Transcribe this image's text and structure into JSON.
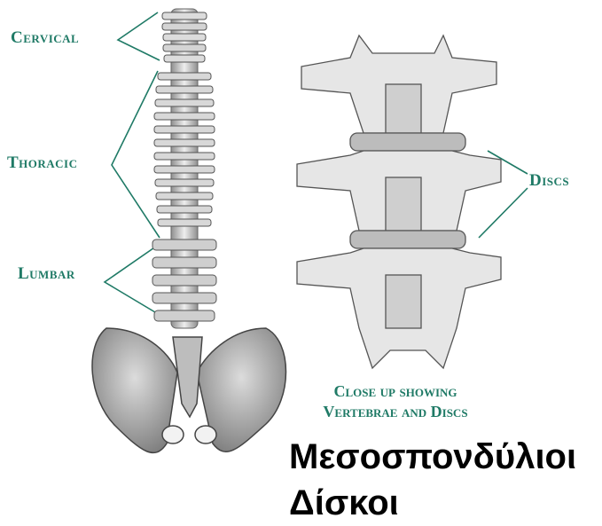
{
  "labels": {
    "cervical": "Cervical",
    "thoracic": "Thoracic",
    "lumbar": "Lumbar",
    "discs": "Discs"
  },
  "caption": {
    "line1": "Close up showing",
    "line2": "Vertebrae and Discs"
  },
  "title": {
    "line1": "Μεσοσπονδύλιοι",
    "line2": "Δίσκοι"
  },
  "colors": {
    "label": "#1f7a66",
    "bone": "#e4e4e4",
    "bone_shade": "#9a9a9a",
    "title": "#000000"
  }
}
